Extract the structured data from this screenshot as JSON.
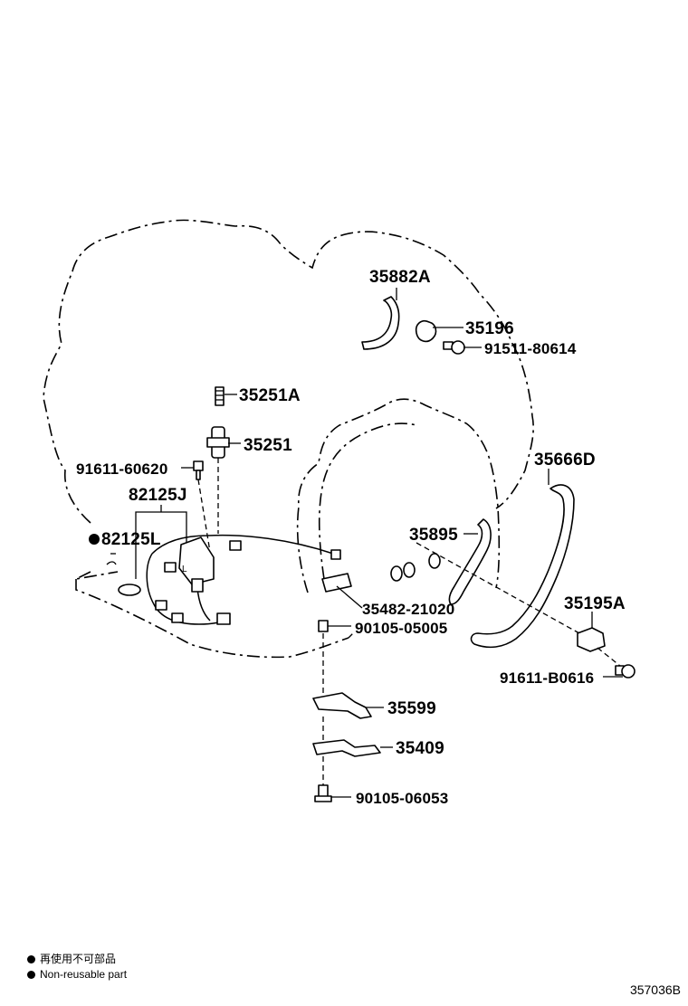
{
  "labels": {
    "p35882A": "35882A",
    "p35196": "35196",
    "p91511": "91511-80614",
    "p35251A": "35251A",
    "p35251": "35251",
    "p91611_60620": "91611-60620",
    "p82125J": "82125J",
    "p82125L": "82125L",
    "p35666D": "35666D",
    "p35895": "35895",
    "p35482": "35482-21020",
    "p90105_05005": "90105-05005",
    "p35195A": "35195A",
    "p91611_B0616": "91611-B0616",
    "p35599": "35599",
    "p35409": "35409",
    "p90105_06053": "90105-06053"
  },
  "legend": {
    "jp": "再使用不可部品",
    "en": "Non-reusable part"
  },
  "figure_code": "357036B"
}
